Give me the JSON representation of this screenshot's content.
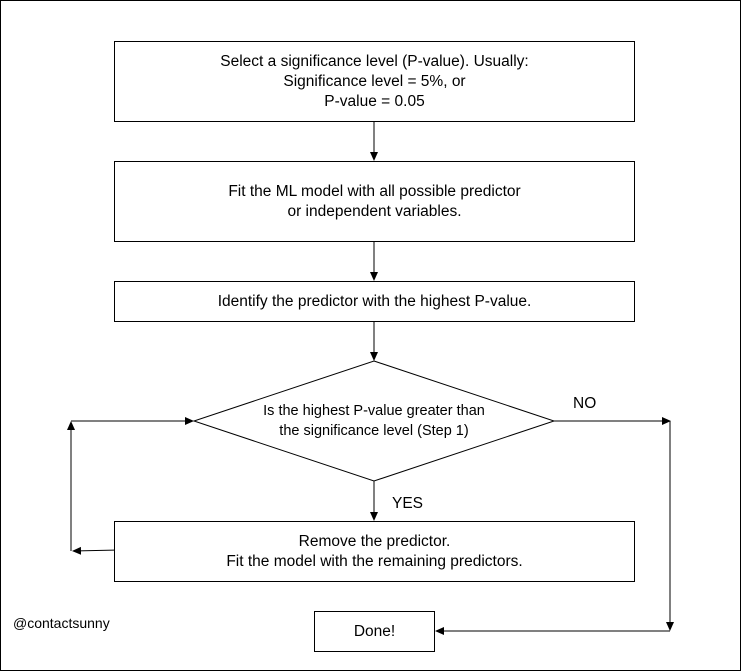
{
  "diagram": {
    "steps": {
      "select_significance": [
        "Select a significance level (P-value). Usually:",
        "Significance level = 5%, or",
        "P-value = 0.05"
      ],
      "fit_model": [
        "Fit the ML model with all possible predictor",
        "or independent variables."
      ],
      "identify_predictor": [
        "Identify the predictor with the highest P-value."
      ],
      "decision": [
        "Is the highest P-value greater than",
        "the significance level (Step 1)"
      ],
      "remove_predictor": [
        "Remove the predictor.",
        "Fit the model with the remaining predictors."
      ],
      "done": [
        "Done!"
      ]
    },
    "edge_labels": {
      "no": "NO",
      "yes": "YES"
    },
    "watermark": "@contactsunny"
  }
}
